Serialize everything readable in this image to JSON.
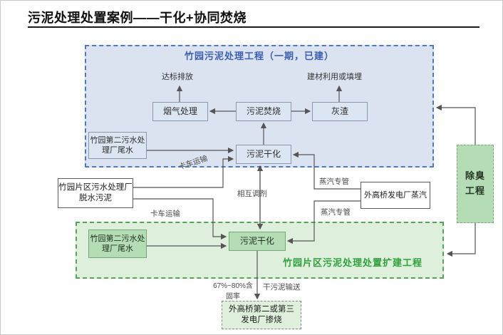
{
  "title": "污泥处理处置案例——干化+协同焚烧",
  "phase1": {
    "title": "竹园污泥处理工程（一期，已建）",
    "nodes": {
      "discharge": "达标排放",
      "reuse": "建材利用或填埋",
      "flue_gas": "烟气处理",
      "incineration": "污泥焚烧",
      "ash": "灰渣",
      "tailwater": "竹园第二污水处理厂尾水",
      "drying": "污泥干化"
    }
  },
  "phase2": {
    "title": "竹园片区污泥处理处置扩建工程",
    "nodes": {
      "tailwater": "竹园第二污水处理厂尾水",
      "drying": "污泥干化"
    }
  },
  "external": {
    "dewatered_sludge": "竹园片区污水处理厂脱水污泥",
    "steam_source": "外高桥发电厂蒸汽",
    "cofiring_plant": "外高桥第二或第三发电厂掺烧",
    "deodorization": "除臭工程"
  },
  "edge_labels": {
    "truck_top": "卡车运输",
    "truck_bottom": "卡车运输",
    "mutual_adjust": "相互调剂",
    "steam_pipe_top": "蒸汽专管",
    "steam_pipe_bottom": "蒸汽专管",
    "solids_content": "67%~80%含固率",
    "dry_sludge_transport": "干污泥输送"
  },
  "colors": {
    "phase1_fill": "#dce3f0",
    "phase1_border": "#4d79c7",
    "phase1_label": "#3c5fae",
    "node_blue_fill": "#dce6f2",
    "phase2_fill": "#def0dc",
    "phase2_border": "#55a457",
    "phase2_label": "#2fa03a",
    "node_green_fill": "#b4dcb5",
    "line": "#555555"
  }
}
